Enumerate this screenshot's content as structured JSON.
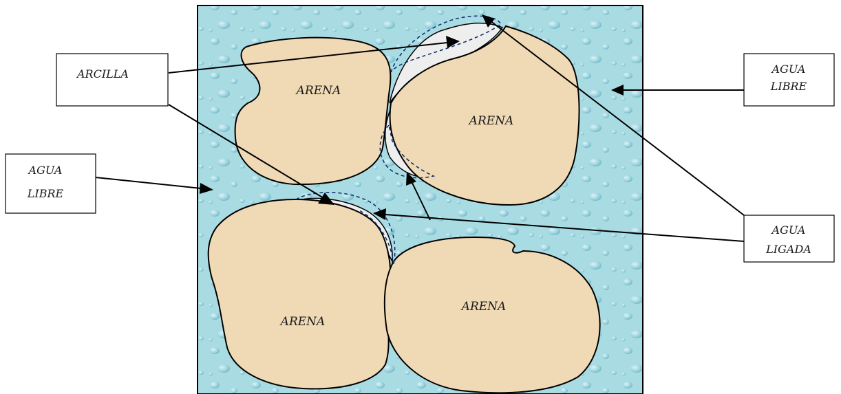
{
  "labels": {
    "arcilla": "ARCILLA",
    "agua_libre_right_l1": "AGUA",
    "agua_libre_right_l2": "LIBRE",
    "agua_libre_left_l1": "AGUA",
    "agua_libre_left_l2": "LIBRE",
    "agua_ligada_l1": "AGUA",
    "agua_ligada_l2": "LIGADA",
    "arena_top_left": "ARENA",
    "arena_top_right": "ARENA",
    "arena_bottom_left": "ARENA",
    "arena_bottom_right": "ARENA"
  },
  "colors": {
    "water": "#a9dbe3",
    "sand": "#f0d9b5",
    "clay": "#eeeeee",
    "bound_water_dash": "#0b2a6b"
  }
}
